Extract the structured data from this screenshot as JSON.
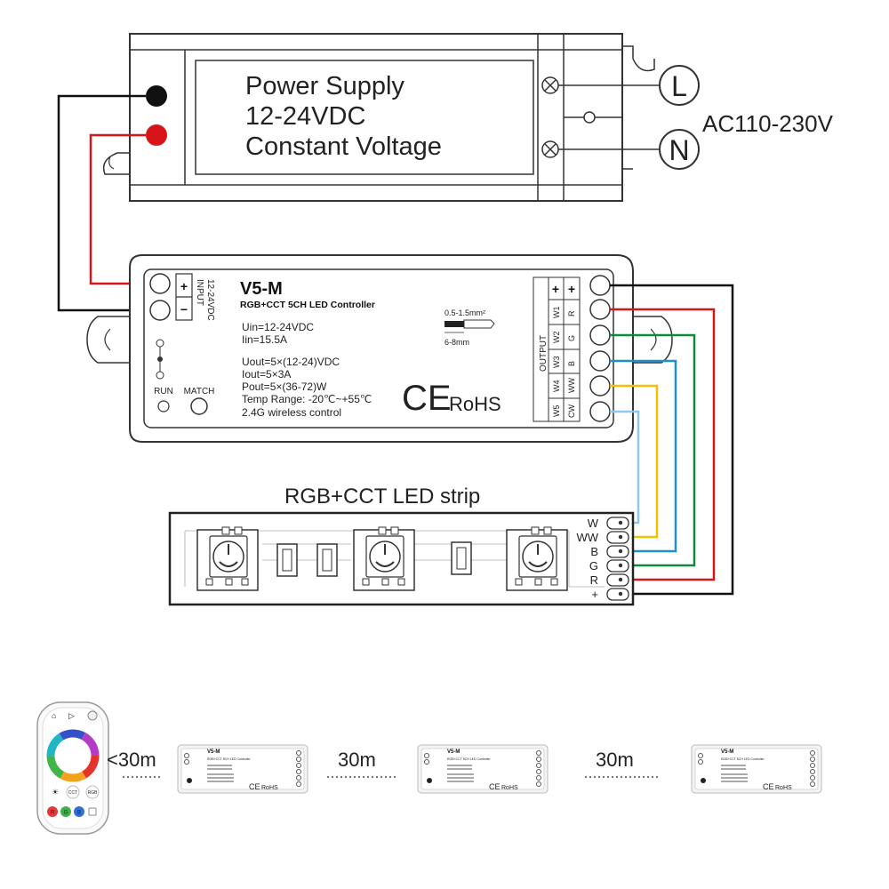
{
  "power_supply": {
    "line1": "Power Supply",
    "line2": "12-24VDC",
    "line3": "Constant Voltage",
    "terminal_l": "L",
    "terminal_n": "N",
    "ac_label": "AC110-230V"
  },
  "controller": {
    "model": "V5-M",
    "subtitle": "RGB+CCT 5CH LED Controller",
    "uin": "Uin=12-24VDC",
    "iin": "Iin=15.5A",
    "uout": "Uout=5×(12-24)VDC",
    "iout": "Iout=5×3A",
    "pout": "Pout=5×(36-72)W",
    "temp": "Temp Range: -20℃~+55℃",
    "wireless": "2.4G wireless control",
    "input_label": "INPUT",
    "input_voltage": "12-24VDC",
    "input_plus": "+",
    "input_minus": "−",
    "run_label": "RUN",
    "match_label": "MATCH",
    "wire_gauge": "0.5-1.5mm²",
    "strip_length": "6-8mm",
    "ce": "CE",
    "rohs": "RoHS",
    "output_label": "OUTPUT",
    "output_channels": [
      {
        "ch": "W1",
        "color": "R"
      },
      {
        "ch": "W2",
        "color": "G"
      },
      {
        "ch": "W3",
        "color": "B"
      },
      {
        "ch": "W4",
        "color": "WW"
      },
      {
        "ch": "W5",
        "color": "CW"
      }
    ],
    "output_plus": "+"
  },
  "strip": {
    "title": "RGB+CCT LED strip",
    "pins": [
      "W",
      "WW",
      "B",
      "G",
      "R",
      "+"
    ]
  },
  "wire_colors": {
    "black": "#111111",
    "red": "#d8141b",
    "green": "#0f8a3c",
    "blue": "#1f8fd1",
    "yellow": "#f2c200",
    "lightblue": "#8ec8ea"
  },
  "bottom": {
    "distance_remote": "<30m",
    "distance_1": "30m",
    "distance_2": "30m",
    "remote_buttons": [
      "CCT",
      "RGB"
    ],
    "remote_color_buttons": [
      "R",
      "G",
      "B"
    ],
    "mini_model": "V5-M",
    "mini_subtitle": "RGB+CCT 5CH LED Controller",
    "mini_ce": "CE",
    "mini_rohs": "RoHS"
  }
}
